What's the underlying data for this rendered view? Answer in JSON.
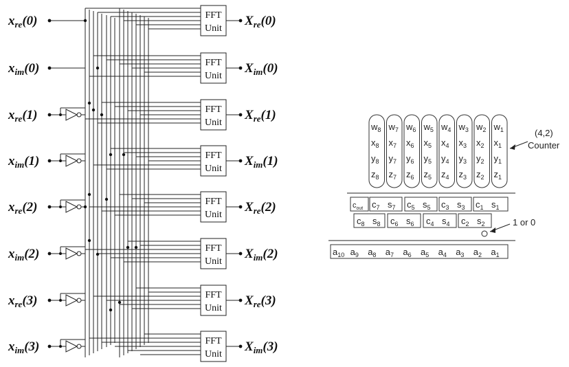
{
  "fft": {
    "inputs": [
      {
        "base": "x",
        "sub": "re",
        "idx": "(0)"
      },
      {
        "base": "x",
        "sub": "im",
        "idx": "(0)"
      },
      {
        "base": "x",
        "sub": "re",
        "idx": "(1)"
      },
      {
        "base": "x",
        "sub": "im",
        "idx": "(1)"
      },
      {
        "base": "x",
        "sub": "re",
        "idx": "(2)"
      },
      {
        "base": "x",
        "sub": "im",
        "idx": "(2)"
      },
      {
        "base": "x",
        "sub": "re",
        "idx": "(3)"
      },
      {
        "base": "x",
        "sub": "im",
        "idx": "(3)"
      }
    ],
    "outputs": [
      {
        "base": "X",
        "sub": "re",
        "idx": "(0)"
      },
      {
        "base": "X",
        "sub": "im",
        "idx": "(0)"
      },
      {
        "base": "X",
        "sub": "re",
        "idx": "(1)"
      },
      {
        "base": "X",
        "sub": "im",
        "idx": "(1)"
      },
      {
        "base": "X",
        "sub": "re",
        "idx": "(2)"
      },
      {
        "base": "X",
        "sub": "im",
        "idx": "(2)"
      },
      {
        "base": "X",
        "sub": "re",
        "idx": "(3)"
      },
      {
        "base": "X",
        "sub": "im",
        "idx": "(3)"
      }
    ],
    "unit_line1": "FFT",
    "unit_line2": "Unit"
  },
  "counter": {
    "columns": [
      [
        "w8",
        "x8",
        "y8",
        "z8"
      ],
      [
        "w7",
        "x7",
        "y7",
        "z7"
      ],
      [
        "w6",
        "x6",
        "y6",
        "z6"
      ],
      [
        "w5",
        "x5",
        "y5",
        "z5"
      ],
      [
        "w4",
        "x4",
        "y4",
        "z4"
      ],
      [
        "w3",
        "x3",
        "y3",
        "z3"
      ],
      [
        "w2",
        "x2",
        "y2",
        "z2"
      ],
      [
        "w1",
        "x1",
        "y1",
        "z1"
      ]
    ],
    "label_line1": "(4,2)",
    "label_line2": "Counter",
    "row1": [
      [
        "cout"
      ],
      [
        "c7",
        "s7"
      ],
      [
        "c5",
        "s5"
      ],
      [
        "c3",
        "s3"
      ],
      [
        "c1",
        "s1"
      ]
    ],
    "row2": [
      [
        "c8",
        "s8"
      ],
      [
        "c6",
        "s6"
      ],
      [
        "c4",
        "s4"
      ],
      [
        "c2",
        "s2"
      ]
    ],
    "one_or_zero": "1 or 0",
    "result": [
      "a10",
      "a9",
      "a8",
      "a7",
      "a6",
      "a5",
      "a4",
      "a3",
      "a2",
      "a1"
    ]
  }
}
